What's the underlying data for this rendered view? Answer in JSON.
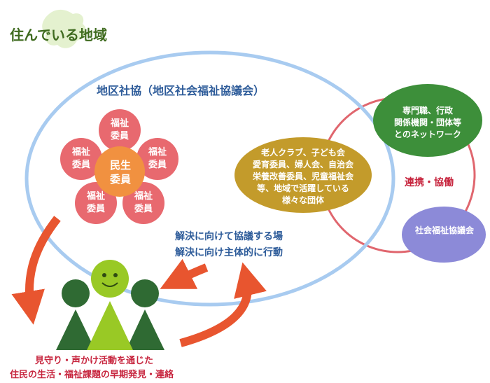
{
  "area_label": "住んでいる地域",
  "council_label": "地区社協（地区社会福祉協議会）",
  "flower": {
    "center": [
      "民生",
      "委員"
    ],
    "petals": [
      [
        "福祉",
        "委員"
      ],
      [
        "福祉",
        "委員"
      ],
      [
        "福祉",
        "委員"
      ],
      [
        "福祉",
        "委員"
      ],
      [
        "福祉",
        "委員"
      ]
    ]
  },
  "groups": [
    "老人クラブ、子ども会",
    "愛育委員、婦人会、自治会",
    "栄養改善委員、児童福祉会",
    "等、地域で活躍している",
    "様々な団体"
  ],
  "experts": [
    "専門職、行政",
    "関係機関・団体等",
    "とのネットワーク"
  ],
  "social_welfare_council": "社会福祉協議会",
  "collaboration": "連携・協働",
  "solve": [
    "解決に向けて協議する場",
    "解決に向け主体的に行動"
  ],
  "watch": [
    "見守り・声かけ活動を通じた",
    "住民の生活・福祉課題の早期発見・連絡"
  ],
  "colors": {
    "ellipse": "#9cc3ee",
    "petal": "#e8696f",
    "center": "#f19140",
    "groups": "#c39b2b",
    "experts": "#3d8f3a",
    "council": "#8c8ad8",
    "arrow": "#e8552f",
    "person_dark": "#2f6a33",
    "person_light": "#99c925"
  }
}
